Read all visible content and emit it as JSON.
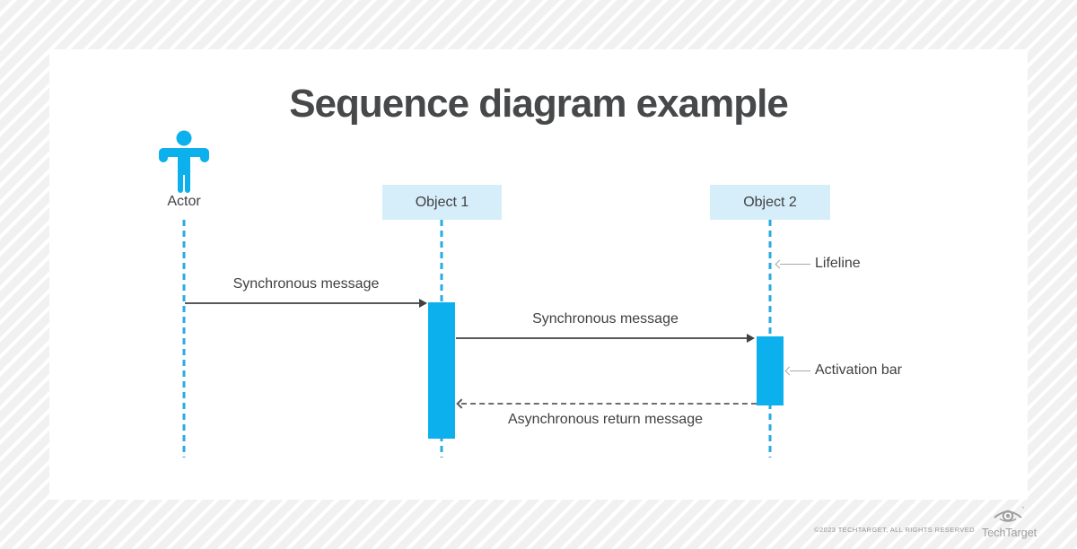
{
  "title": "Sequence diagram example",
  "actor": {
    "label": "Actor"
  },
  "objects": [
    {
      "label": "Object 1"
    },
    {
      "label": "Object 2"
    }
  ],
  "messages": [
    {
      "label": "Synchronous message",
      "type": "synchronous",
      "from": "Actor",
      "to": "Object 1"
    },
    {
      "label": "Synchronous message",
      "type": "synchronous",
      "from": "Object 1",
      "to": "Object 2"
    },
    {
      "label": "Asynchronous return message",
      "type": "asynchronous-return",
      "from": "Object 2",
      "to": "Object 1"
    }
  ],
  "annotations": [
    {
      "label": "Lifeline"
    },
    {
      "label": "Activation bar"
    }
  ],
  "footer": {
    "copyright": "©2023 TECHTARGET, ALL RIGHTS RESERVED",
    "brand": "TechTarget"
  },
  "colors": {
    "accent_blue": "#0cb0ec",
    "lifeline_blue": "#29abe2",
    "object_box_blue": "#d6eefa",
    "dark_text": "#414042",
    "title_text": "#47484a",
    "message_arrow": "#58595b",
    "annotation_gray": "#a7a9ac",
    "copyright_gray": "#939598"
  }
}
